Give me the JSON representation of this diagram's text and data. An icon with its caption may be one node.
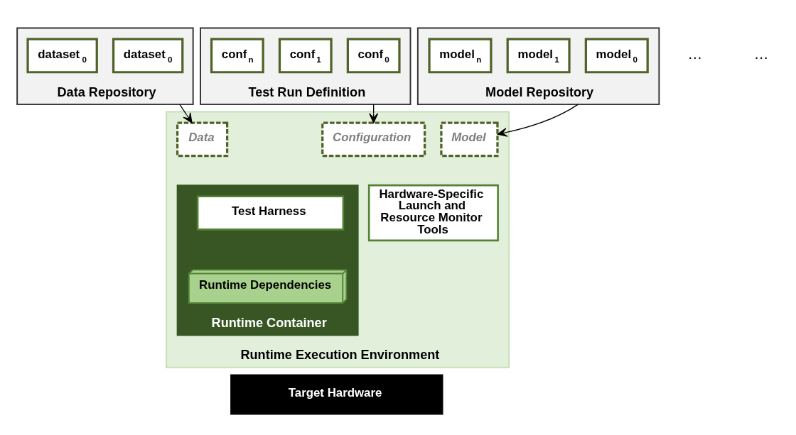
{
  "diagram": {
    "nodes": [
      {
        "text": [
          "Data Repository"
        ]
      },
      {
        "text": [
          "dataset$_{0}$"
        ],
        "in": 0
      },
      {
        "text": [
          "dataset$_{0}$"
        ],
        "in": 0
      },
      {
        "text": [
          "Test Run Definition"
        ]
      },
      {
        "text": [
          "conf$_{0}$"
        ],
        "in": 3
      },
      {
        "text": [
          "conf$_{1}$"
        ],
        "in": 3
      },
      {
        "text": [
          "conf$_{n}$"
        ],
        "in": 3
      },
      {
        "text": [
          "Model Repository"
        ]
      },
      {
        "text": [
          "model$_{0}$"
        ],
        "in": 7
      },
      {
        "text": [
          "model$_{1}$"
        ],
        "in": 7
      },
      {
        "text": [
          "model$_{n}$"
        ],
        "in": 7
      },
      {
        "text": [
          "Runtime Execution Environment"
        ]
      },
      {
        "text": [
          "Configuration"
        ],
        "in": 11
      },
      {
        "text": [
          "Data"
        ],
        "in": 11
      },
      {
        "text": [
          "Model"
        ],
        "in": 11
      },
      {
        "text": [
          "Hardware-Specific Launch and Resource Monitor Tools"
        ],
        "in": 11
      },
      {
        "text": [
          "Runtime Container"
        ],
        "in": 11
      },
      {
        "text": [
          "Test Harness"
        ],
        "in": 16
      },
      {
        "text": [
          "Runtime Dependencies"
        ],
        "in": 16
      },
      {
        "text": [
          "Target Hardware"
        ]
      }
    ],
    "edges": [
      {
        "from": 3,
        "to": 12,
        "arrow": "to"
      },
      {
        "from": 0,
        "to": 13,
        "arrow": "to"
      },
      {
        "from": 7,
        "to": 14,
        "arrow": "to"
      }
    ],
    "labels": [
      "…",
      "…"
    ]
  }
}
